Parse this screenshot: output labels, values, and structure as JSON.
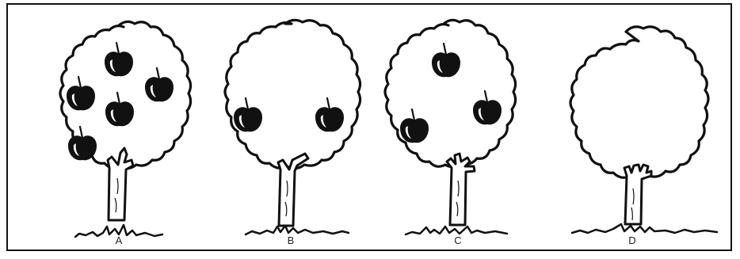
{
  "trees": [
    {
      "label": "A",
      "apple_count": 5
    },
    {
      "label": "B",
      "apple_count": 2
    },
    {
      "label": "C",
      "apple_count": 3
    },
    {
      "label": "D",
      "apple_count": 0
    }
  ],
  "colors": {
    "ink": "#111111",
    "background": "#ffffff"
  }
}
